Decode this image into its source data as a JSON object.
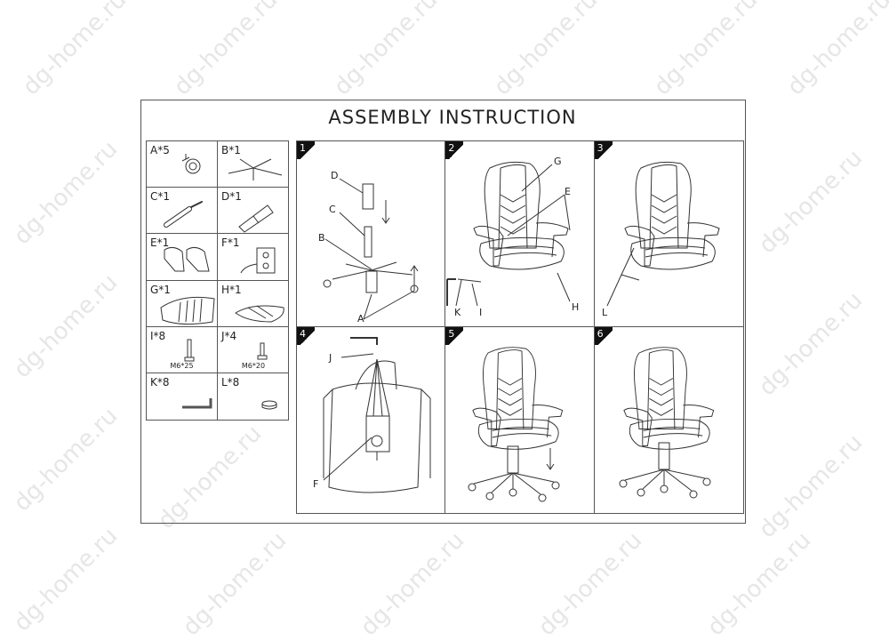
{
  "watermark": "dg-home.ru",
  "title": "ASSEMBLY  INSTRUCTION",
  "parts": [
    {
      "label": "A*5",
      "icon": "caster-wheel"
    },
    {
      "label": "B*1",
      "icon": "star-base"
    },
    {
      "label": "C*1",
      "icon": "gas-lift"
    },
    {
      "label": "D*1",
      "icon": "gas-lift-cover"
    },
    {
      "label": "E*1",
      "icon": "armrests"
    },
    {
      "label": "F*1",
      "icon": "tilt-mechanism"
    },
    {
      "label": "G*1",
      "icon": "backrest"
    },
    {
      "label": "H*1",
      "icon": "seat"
    },
    {
      "label": "I*8",
      "icon": "bolt",
      "spec": "M6*25"
    },
    {
      "label": "J*4",
      "icon": "bolt",
      "spec": "M6*20"
    },
    {
      "label": "K*8",
      "icon": "allen-key"
    },
    {
      "label": "L*8",
      "icon": "cap"
    }
  ],
  "steps": [
    {
      "number": "1",
      "callouts": {
        "D": "D",
        "C": "C",
        "B": "B",
        "A": "A"
      }
    },
    {
      "number": "2",
      "callouts": {
        "G": "G",
        "E": "E",
        "K": "K",
        "I": "I",
        "H": "H"
      }
    },
    {
      "number": "3",
      "callouts": {
        "L": "L"
      }
    },
    {
      "number": "4",
      "callouts": {
        "J": "J",
        "F": "F"
      }
    },
    {
      "number": "5"
    },
    {
      "number": "6"
    }
  ]
}
